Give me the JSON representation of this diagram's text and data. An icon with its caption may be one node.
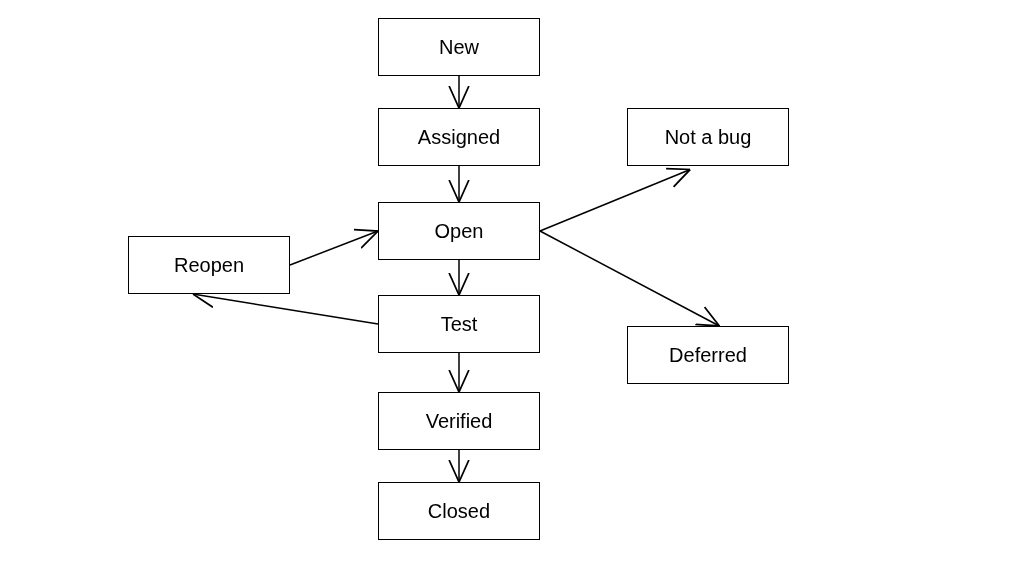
{
  "diagram": {
    "nodes": [
      {
        "text": [
          "New"
        ]
      },
      {
        "text": [
          "Assigned"
        ]
      },
      {
        "text": [
          "Not a bug"
        ]
      },
      {
        "text": [
          "Open"
        ]
      },
      {
        "text": [
          "Reopen"
        ]
      },
      {
        "text": [
          "Test"
        ]
      },
      {
        "text": [
          "Deferred"
        ]
      },
      {
        "text": [
          "Verified"
        ]
      },
      {
        "text": [
          "Closed"
        ]
      }
    ],
    "edges": [
      {
        "from": 0,
        "to": 1,
        "arrow": "to"
      },
      {
        "from": 1,
        "to": 3,
        "arrow": "to"
      },
      {
        "from": 3,
        "to": 2,
        "arrow": "to"
      },
      {
        "from": 4,
        "to": 3,
        "arrow": "to"
      },
      {
        "from": 3,
        "to": 6,
        "arrow": "to"
      },
      {
        "from": 3,
        "to": 5,
        "arrow": "to"
      },
      {
        "from": 5,
        "to": 4,
        "arrow": "to"
      },
      {
        "from": 5,
        "to": 7,
        "arrow": "to"
      },
      {
        "from": 7,
        "to": 8,
        "arrow": "to"
      }
    ]
  }
}
